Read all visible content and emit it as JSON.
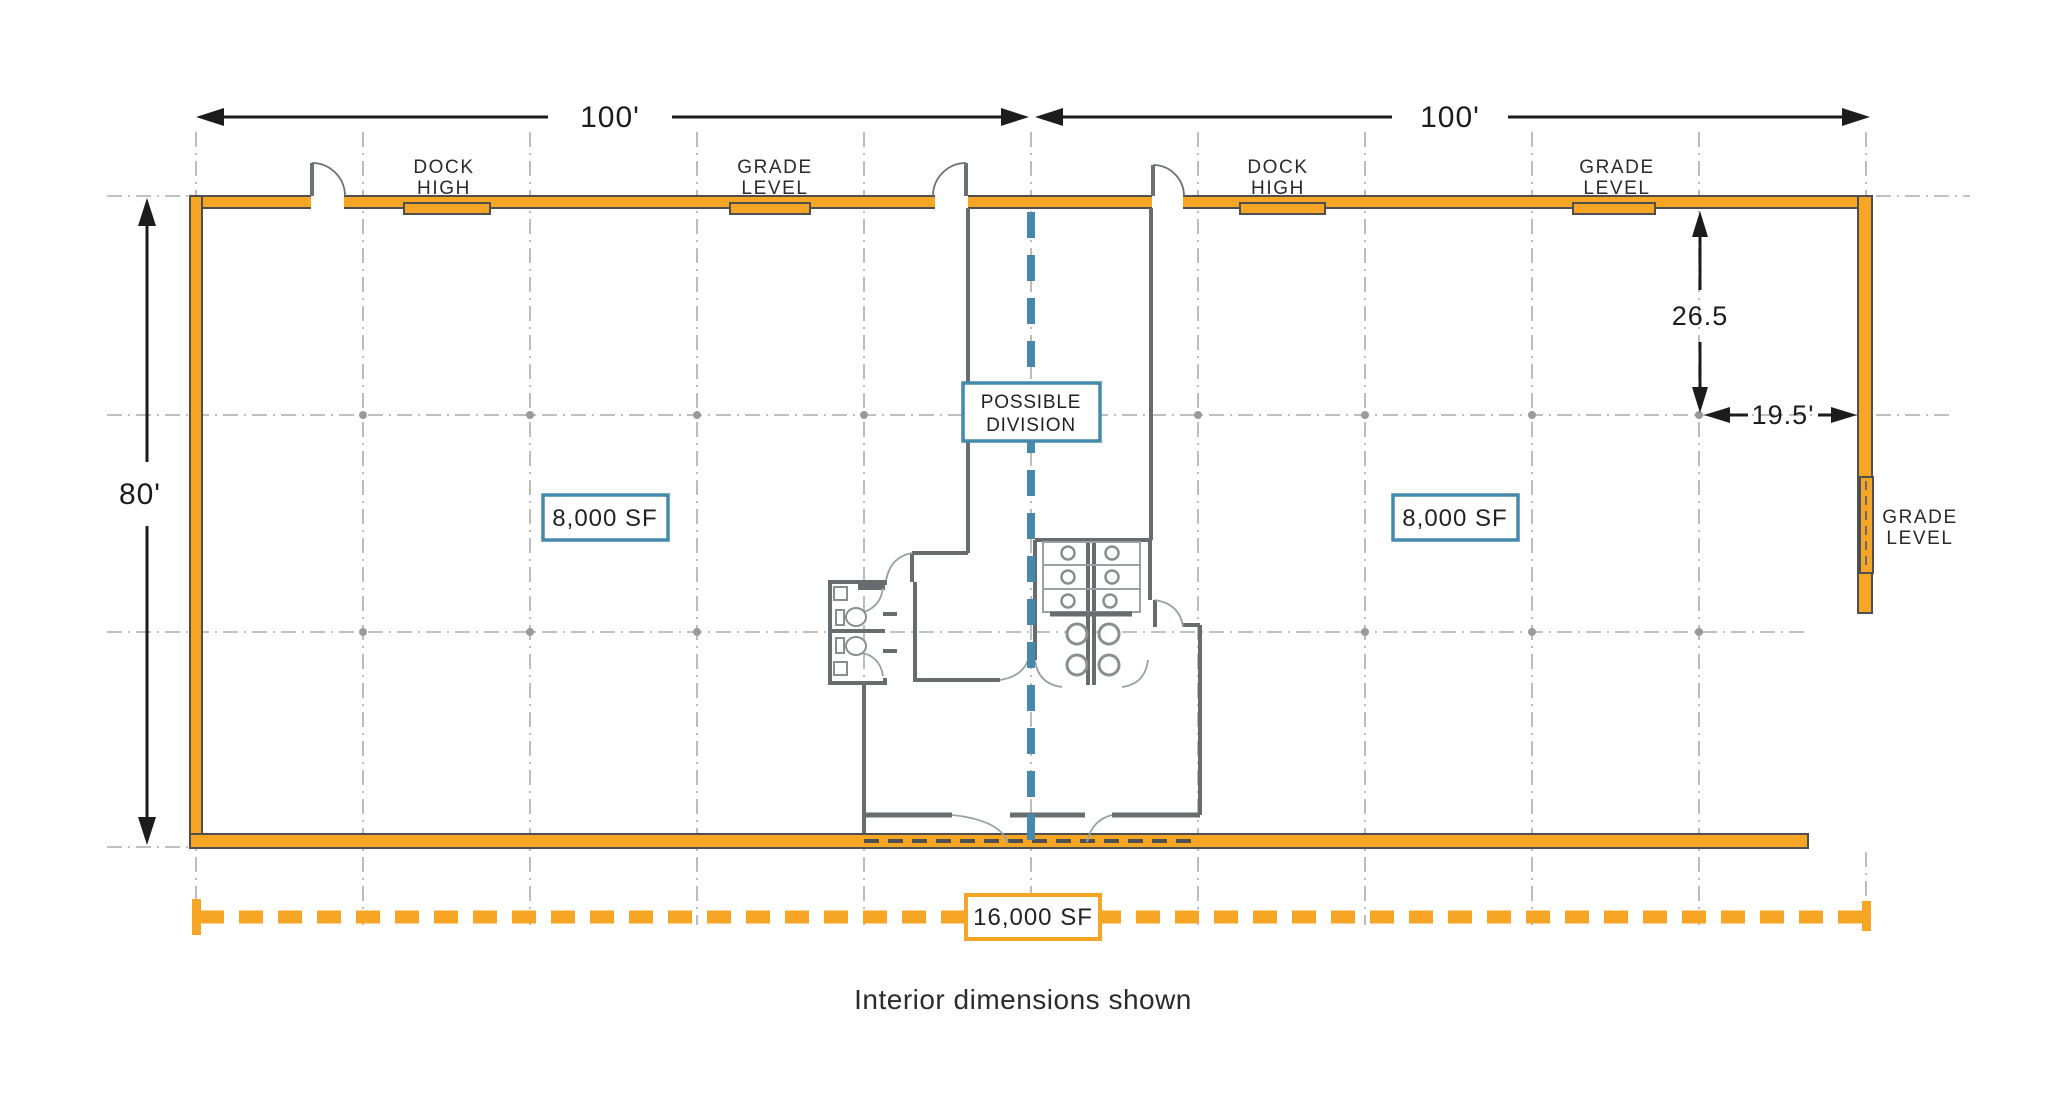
{
  "plan": {
    "dimensions": {
      "top_left_width": "100'",
      "top_right_width": "100'",
      "left_depth": "80'",
      "right_bay_depth": "26.5",
      "right_bay_width": "19.5'"
    },
    "top_labels": [
      {
        "line1": "DOCK",
        "line2": "HIGH"
      },
      {
        "line1": "GRADE",
        "line2": "LEVEL"
      },
      {
        "line1": "DOCK",
        "line2": "HIGH"
      },
      {
        "line1": "GRADE",
        "line2": "LEVEL"
      }
    ],
    "side_label": {
      "line1": "GRADE",
      "line2": "LEVEL"
    },
    "division_label": {
      "line1": "POSSIBLE",
      "line2": "DIVISION"
    },
    "suite_left_area": "8,000 SF",
    "suite_right_area": "8,000 SF",
    "total_area": "16,000 SF",
    "caption": "Interior dimensions shown",
    "colors": {
      "wall_orange": "#F6A525",
      "division_blue": "#4589AC",
      "grid_gray": "#ACACAC",
      "interior_gray": "#686C6F",
      "text_dark": "#2A2A2A"
    }
  }
}
